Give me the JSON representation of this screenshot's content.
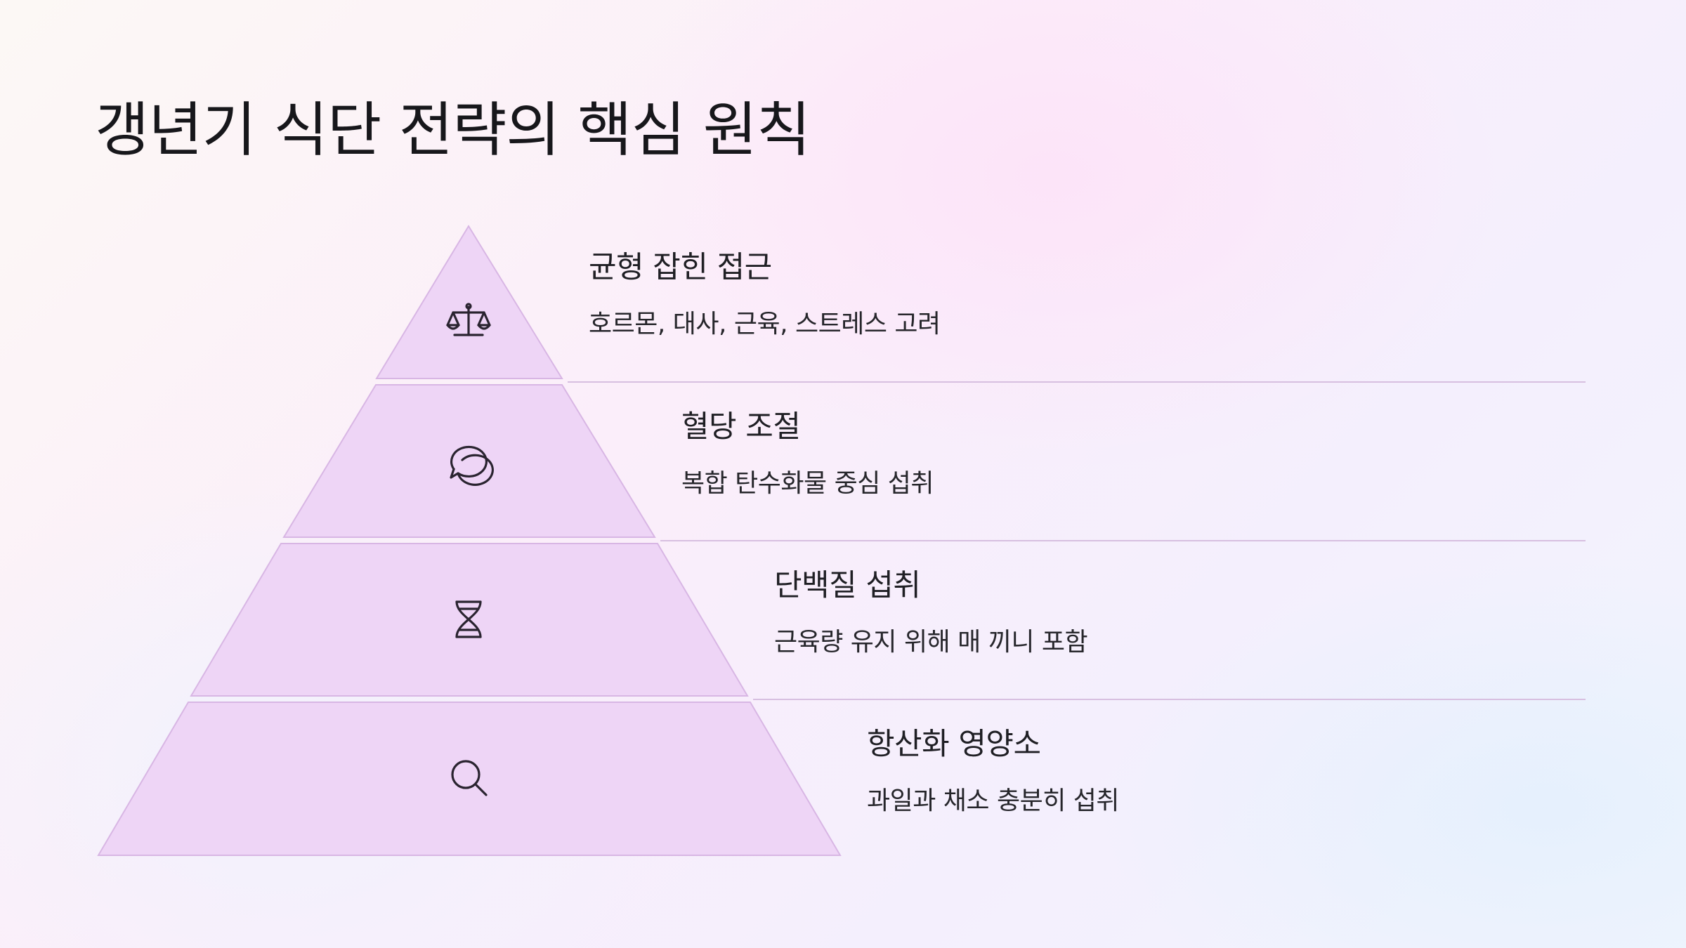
{
  "title": "갱년기 식단 전략의 핵심 원칙",
  "tiers": [
    {
      "heading": "균형 잡힌 접근",
      "description": "호르몬, 대사, 근육, 스트레스 고려",
      "icon": "balance-scale-icon"
    },
    {
      "heading": "혈당 조절",
      "description": "복합 탄수화물 중심 섭취",
      "icon": "speech-bubble-icon"
    },
    {
      "heading": "단백질 섭취",
      "description": "근육량 유지 위해 매 끼니 포함",
      "icon": "dna-icon"
    },
    {
      "heading": "항산화 영양소",
      "description": "과일과 채소 충분히 섭취",
      "icon": "search-icon"
    }
  ],
  "colors": {
    "tier_fill": "#eed5f6",
    "tier_stroke": "#d8b6e4",
    "divider": "#d7bfe0"
  }
}
